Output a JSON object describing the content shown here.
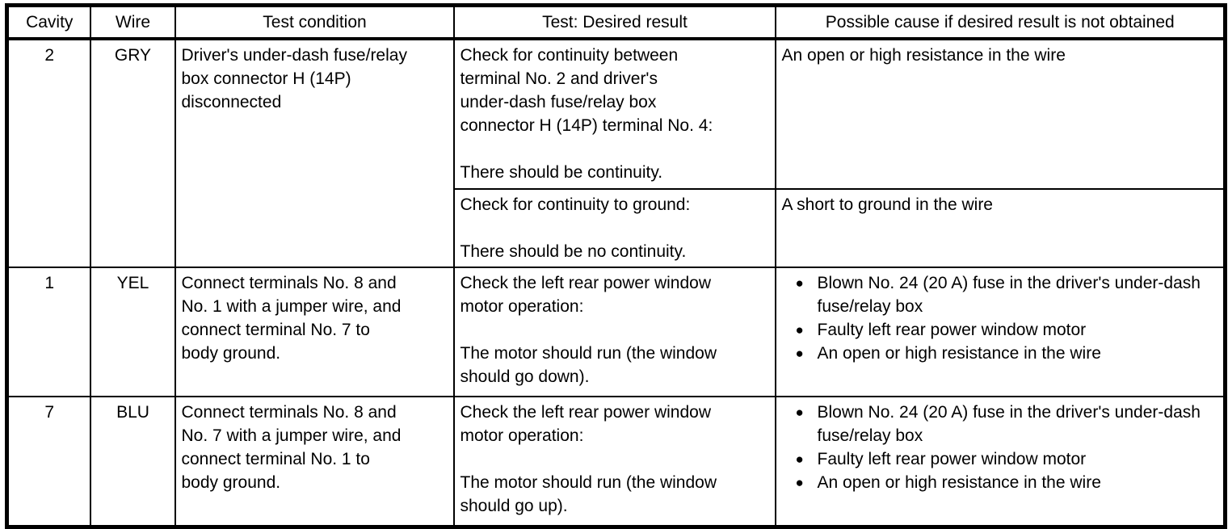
{
  "table": {
    "headers": {
      "cavity": "Cavity",
      "wire": "Wire",
      "test_condition": "Test condition",
      "test_desired_result": "Test: Desired result",
      "possible_cause": "Possible cause if desired result is not obtained"
    },
    "rows": [
      {
        "cavity": "2",
        "wire": "GRY",
        "test_condition": [
          "Driver's under-dash fuse/relay",
          "box connector H (14P)",
          "disconnected"
        ],
        "tests": [
          {
            "desired_result": [
              "Check for continuity between",
              "terminal No. 2 and driver's",
              "under-dash fuse/relay box",
              "connector H (14P) terminal No. 4:",
              "",
              "There should be continuity."
            ],
            "possible_causes": [
              "An open or high resistance in the wire"
            ],
            "bulleted": false
          },
          {
            "desired_result": [
              "Check for continuity to ground:",
              "",
              "There should be no continuity."
            ],
            "possible_causes": [
              "A short to ground in the wire"
            ],
            "bulleted": false
          }
        ]
      },
      {
        "cavity": "1",
        "wire": "YEL",
        "test_condition": [
          "Connect terminals No. 8 and",
          "No. 1 with a jumper wire, and",
          "connect terminal No. 7 to",
          "body ground."
        ],
        "tests": [
          {
            "desired_result": [
              "Check the left rear power window",
              "motor operation:",
              "",
              "The motor should run (the window",
              "should go down)."
            ],
            "possible_causes": [
              "Blown No. 24 (20 A) fuse in the driver's under-dash fuse/relay box",
              "Faulty left rear power window motor",
              "An open or high resistance in the wire"
            ],
            "bulleted": true
          }
        ]
      },
      {
        "cavity": "7",
        "wire": "BLU",
        "test_condition": [
          "Connect terminals No. 8 and",
          "No. 7 with a jumper wire, and",
          "connect terminal No. 1 to",
          "body ground."
        ],
        "tests": [
          {
            "desired_result": [
              "Check the left rear power window",
              "motor operation:",
              "",
              "The motor should run (the window",
              "should go up)."
            ],
            "possible_causes": [
              "Blown No. 24 (20 A) fuse in the driver's under-dash fuse/relay box",
              "Faulty left rear power window motor",
              "An open or high resistance in the wire"
            ],
            "bulleted": true
          }
        ]
      }
    ],
    "bullet_glyph": "●"
  }
}
